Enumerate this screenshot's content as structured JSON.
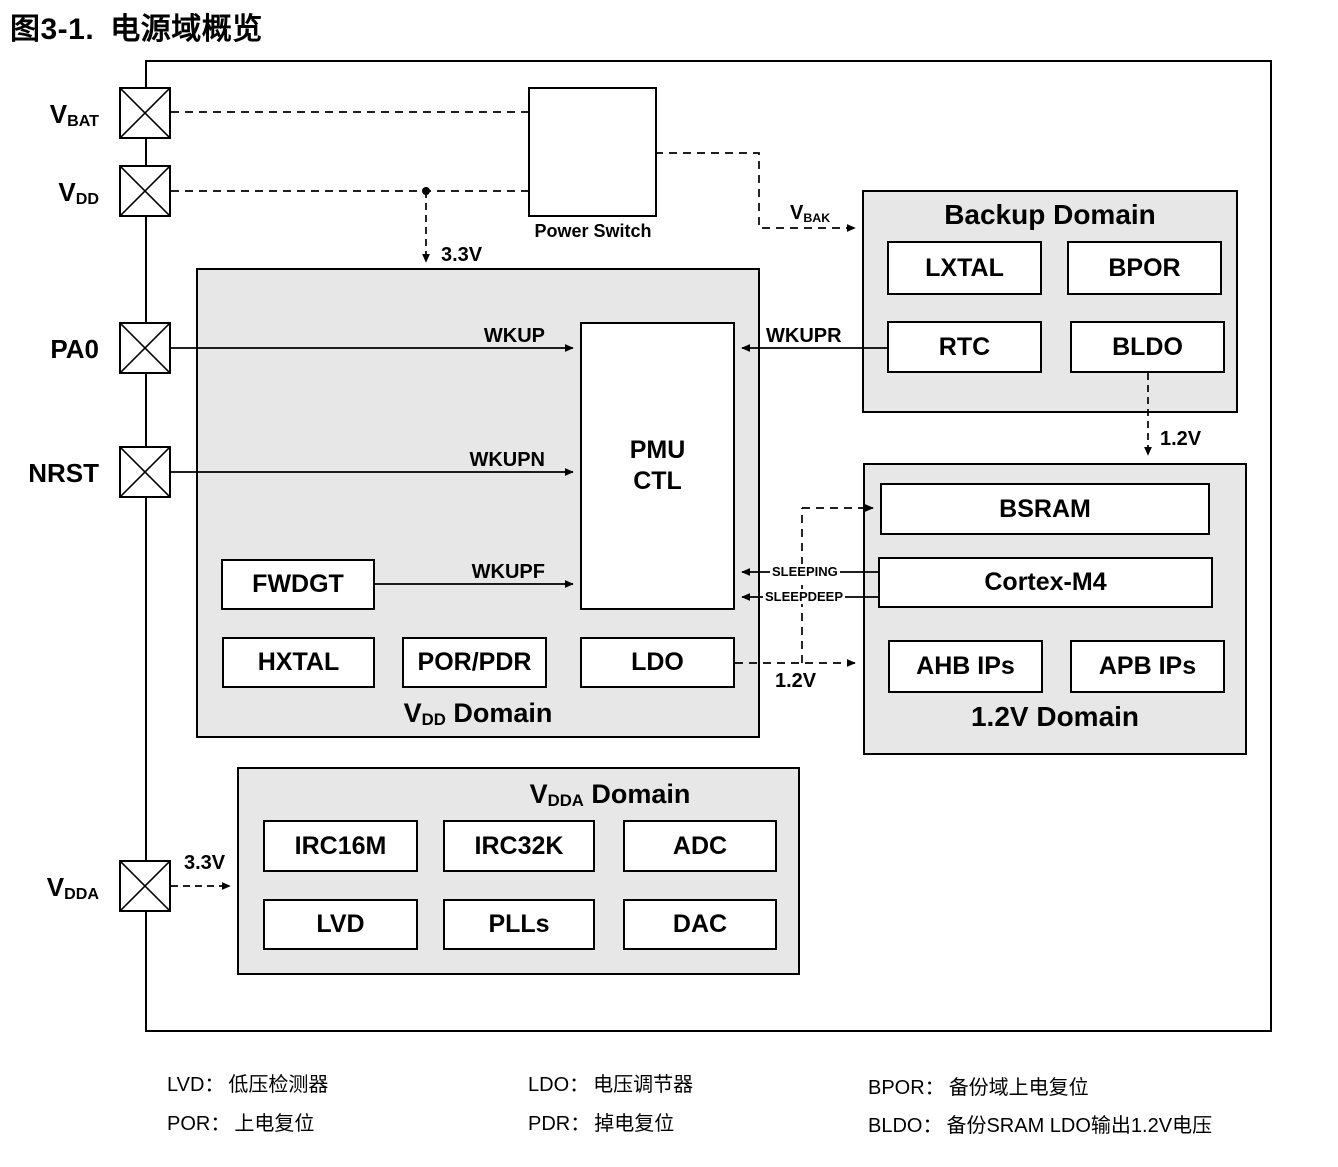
{
  "figure": {
    "label": "图3-1.",
    "title": "电源域概览"
  },
  "pins": [
    {
      "main": "V",
      "sub": "BAT"
    },
    {
      "main": "V",
      "sub": "DD"
    },
    {
      "main": "PA0",
      "sub": ""
    },
    {
      "main": "NRST",
      "sub": ""
    },
    {
      "main": "V",
      "sub": "DDA"
    }
  ],
  "power_switch": {
    "label": "Power Switch"
  },
  "signals": {
    "v33_top": "3.3V",
    "v33_vdda": "3.3V",
    "vbak_main": "V",
    "vbak_sub": "BAK",
    "wkup": "WKUP",
    "wkupn": "WKUPN",
    "wkupf": "WKUPF",
    "wkupr": "WKUPR",
    "sleeping": "SLEEPING",
    "sleepdeep": "SLEEPDEEP",
    "v12_bldo": "1.2V",
    "v12_ldo": "1.2V"
  },
  "pmu": {
    "line1": "PMU",
    "line2": "CTL"
  },
  "vdd_domain": {
    "title_pre": "V",
    "title_sub": "DD",
    "title_post": "Domain",
    "blocks": {
      "fwdgt": "FWDGT",
      "hxtal": "HXTAL",
      "porpdr": "POR/PDR",
      "ldo": "LDO"
    }
  },
  "backup_domain": {
    "title": "Backup Domain",
    "blocks": {
      "lxtal": "LXTAL",
      "bpor": "BPOR",
      "rtc": "RTC",
      "bldo": "BLDO"
    }
  },
  "v12_domain": {
    "title": "1.2V Domain",
    "blocks": {
      "bsram": "BSRAM",
      "cortex": "Cortex-M4",
      "ahb": "AHB IPs",
      "apb": "APB IPs"
    }
  },
  "vdda_domain": {
    "title_pre": "V",
    "title_sub": "DDA",
    "title_post": "Domain",
    "blocks": {
      "irc16m": "IRC16M",
      "irc32k": "IRC32K",
      "adc": "ADC",
      "lvd": "LVD",
      "plls": "PLLs",
      "dac": "DAC"
    }
  },
  "legend": {
    "col1": [
      {
        "term": "LVD：",
        "desc": "低压检测器"
      },
      {
        "term": "POR：",
        "desc": "上电复位"
      }
    ],
    "col2": [
      {
        "term": "LDO：",
        "desc": "电压调节器"
      },
      {
        "term": "PDR：",
        "desc": "掉电复位"
      }
    ],
    "col3": [
      {
        "term": "BPOR：",
        "desc": "备份域上电复位"
      },
      {
        "term": "BLDO：",
        "desc": "备份SRAM LDO输出1.2V电压"
      }
    ]
  },
  "colors": {
    "domain_fill": "#e7e7e7",
    "line": "#000000",
    "bg": "#ffffff"
  }
}
